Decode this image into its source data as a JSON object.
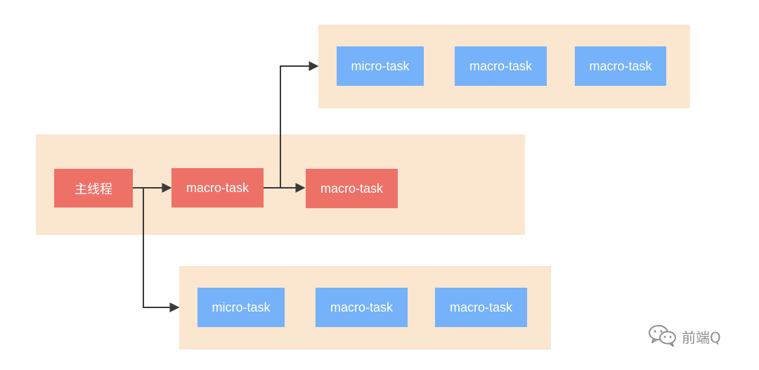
{
  "diagram": {
    "main_row": {
      "main_thread": "主线程",
      "first_macro": "macro-task",
      "second_macro": "macro-task"
    },
    "top_queue": {
      "items": [
        "micro-task",
        "macro-task",
        "macro-task"
      ]
    },
    "bottom_queue": {
      "items": [
        "micro-task",
        "macro-task",
        "macro-task"
      ]
    },
    "colors": {
      "panel": "#fbe6d0",
      "red_box": "#ee7168",
      "blue_box": "#75b2f9",
      "arrow": "#3a3a3a"
    }
  },
  "watermark": {
    "text": "前端Q",
    "icon": "wechat-icon"
  }
}
